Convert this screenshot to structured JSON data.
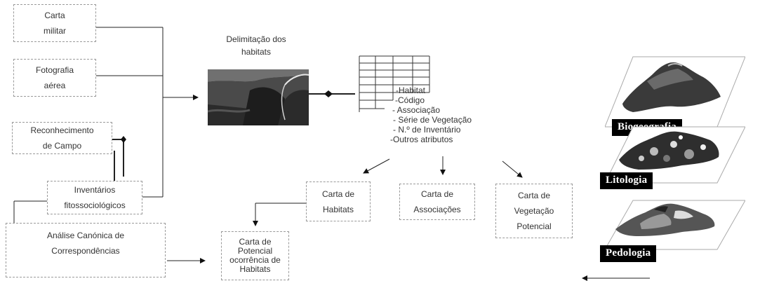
{
  "sources": {
    "carta_militar": [
      "Carta",
      "militar"
    ],
    "fotografia_aerea": [
      "Fotografia",
      "aérea"
    ],
    "reconhecimento": [
      "Reconhecimento",
      "de Campo"
    ],
    "inventarios": [
      "Inventários",
      "fitossociológicos"
    ],
    "analise": [
      "Análise Canónica de",
      "Correspondências"
    ]
  },
  "delimitacao_title": [
    "Delimitação dos",
    "habitats"
  ],
  "attributes": [
    "-Habitat",
    "-Código",
    "- Associação",
    "- Série de Vegetação",
    "- N.º de Inventário",
    "-Outros atributos"
  ],
  "outputs": {
    "carta_habitats": [
      "Carta de",
      "Habitats"
    ],
    "carta_associacoes": [
      "Carta de",
      "Associações"
    ],
    "carta_vegetacao": [
      "Carta de",
      "Vegetação",
      "Potencial"
    ],
    "carta_potencial": [
      "Carta de",
      "Potencial",
      "ocorrência de",
      "Habitats"
    ]
  },
  "layers": {
    "biogeografia": "Biogeografia",
    "litologia": "Litologia",
    "pedologia": "Pedologia"
  }
}
